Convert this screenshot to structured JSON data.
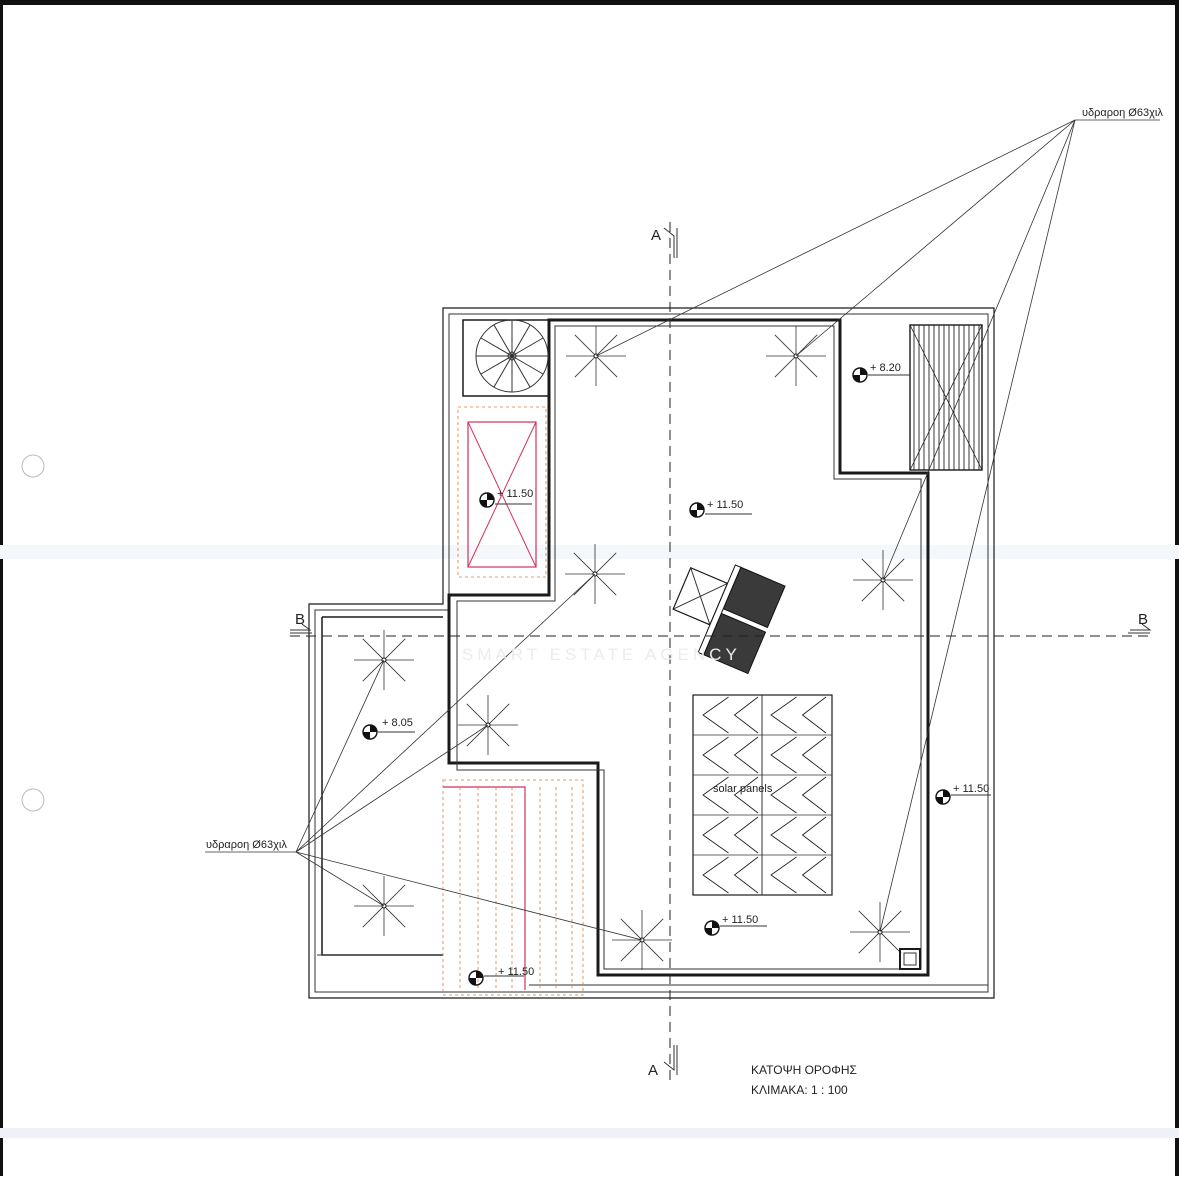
{
  "labels": {
    "drain_top": "υδραροη Ø63χιλ",
    "drain_left": "υδραροη Ø63χιλ",
    "solar": "solar panels",
    "title": "ΚΑΤΟΨΗ ΟΡΟΦΗΣ",
    "scale": "ΚΛΙΜΑΚΑ:  1 : 100",
    "watermark": "SMART ESTATE AGENCY"
  },
  "sections": {
    "a_top": "A",
    "a_bottom": "A",
    "b_left": "B",
    "b_right": "B"
  },
  "levels": {
    "center": "+ 11.50",
    "stair_void": "+ 11.50",
    "upper_right": "+ 8.20",
    "left_terrace": "+ 8.05",
    "right_edge": "+ 11.50",
    "lower_center": "+ 11.50",
    "bottom_strip": "+ 11.50"
  },
  "colors": {
    "line": "#1a1a1a",
    "accent_red": "#d3325a",
    "accent_orange": "#e07a3a"
  },
  "icons": [
    "spiral-stair-icon",
    "level-marker-icon",
    "roof-drain-icon",
    "section-arrow-icon",
    "solar-panel-icon",
    "skylight-icon"
  ]
}
